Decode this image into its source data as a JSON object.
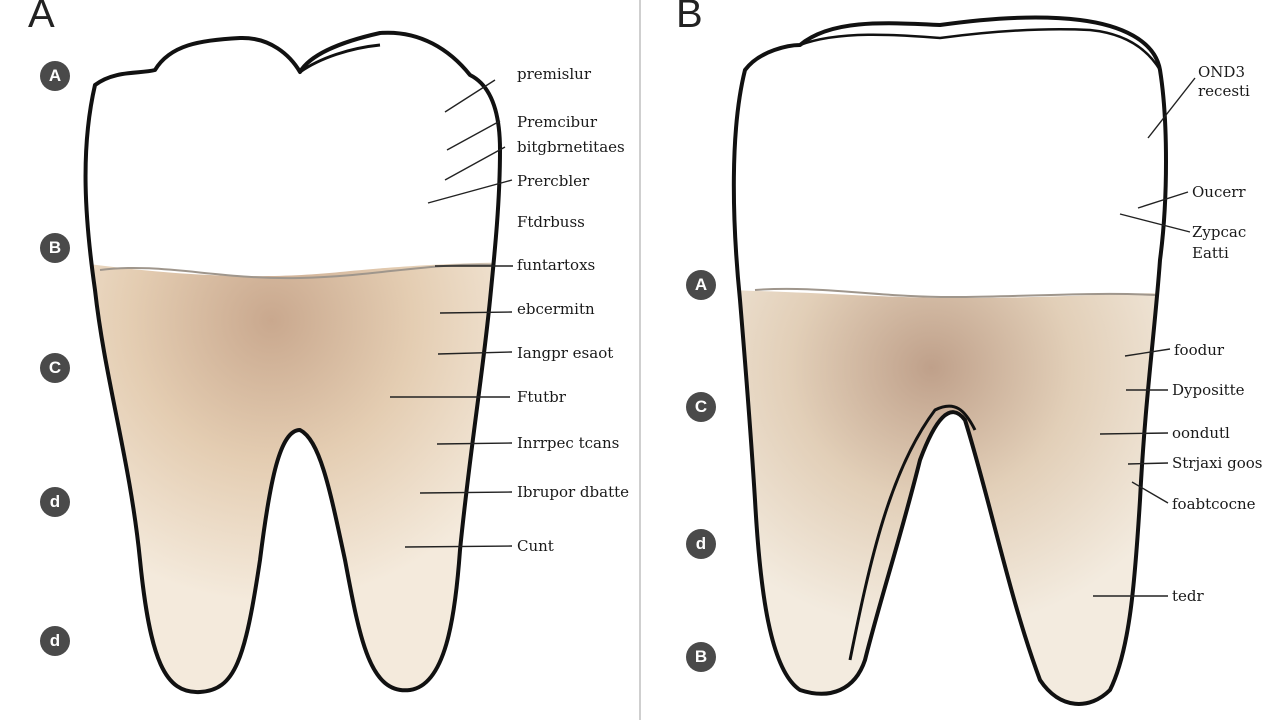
{
  "panels": {
    "left": {
      "letter": "A",
      "badges": [
        "A",
        "B",
        "C",
        "d",
        "d"
      ],
      "labels": [
        "premislur",
        "Premcibur",
        "bitgbrnetitaes",
        "Prercbler",
        "Ftdrbuss",
        "funtartoxs",
        "ebcermitn",
        "Iangpr esaot",
        "Ftutbr",
        "Inrrpec tcans",
        "Ibrupor dbatte",
        "Cunt"
      ]
    },
    "right": {
      "letter": "B",
      "badges": [
        "A",
        "C",
        "d",
        "B"
      ],
      "labels": [
        "OND3",
        "recesti",
        "Oucerr",
        "Zypcac",
        "Eatti",
        "foodur",
        "Dypositte",
        "oondutl",
        "Strjaxi goos",
        "foabtcocne",
        "tedr"
      ]
    }
  },
  "colors": {
    "enamel": "#ffffff",
    "dentin": "#e8d4bb",
    "dentin_dark": "#c9a88e",
    "outline": "#111111",
    "badge": "#4a4a4a"
  }
}
